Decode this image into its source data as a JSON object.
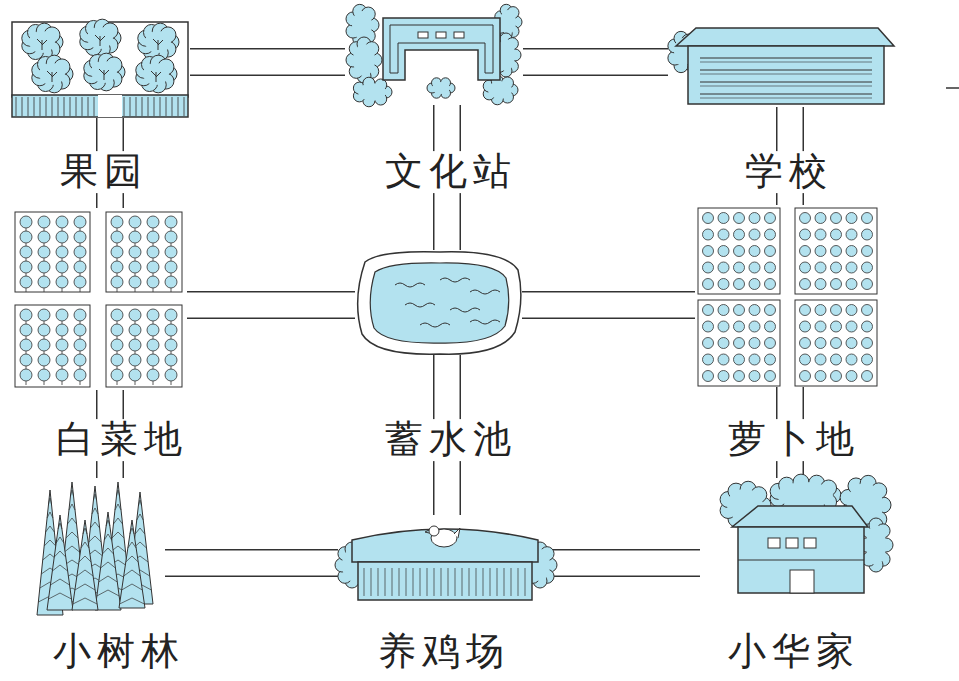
{
  "diagram": {
    "nodes": [
      {
        "text": [
          "果园"
        ]
      },
      {
        "text": [
          "文化站"
        ]
      },
      {
        "text": [
          "学校"
        ]
      },
      {
        "text": [
          "白菜地"
        ]
      },
      {
        "text": [
          "蓄水池"
        ]
      },
      {
        "text": [
          "萝卜地"
        ]
      },
      {
        "text": [
          "小树林"
        ]
      },
      {
        "text": [
          "养鸡场"
        ]
      },
      {
        "text": [
          "小华家"
        ]
      }
    ],
    "edges": [
      {
        "from": 0,
        "to": 1,
        "arrow": "none"
      },
      {
        "from": 1,
        "to": 2,
        "arrow": "none"
      },
      {
        "from": 3,
        "to": 4,
        "arrow": "none"
      },
      {
        "from": 4,
        "to": 5,
        "arrow": "none"
      },
      {
        "from": 6,
        "to": 7,
        "arrow": "none"
      },
      {
        "from": 7,
        "to": 8,
        "arrow": "none"
      },
      {
        "from": 0,
        "to": 3,
        "arrow": "none"
      },
      {
        "from": 3,
        "to": 6,
        "arrow": "none"
      },
      {
        "from": 1,
        "to": 4,
        "arrow": "none"
      },
      {
        "from": 4,
        "to": 7,
        "arrow": "none"
      },
      {
        "from": 2,
        "to": 5,
        "arrow": "none"
      },
      {
        "from": 5,
        "to": 8,
        "arrow": "none"
      }
    ]
  }
}
